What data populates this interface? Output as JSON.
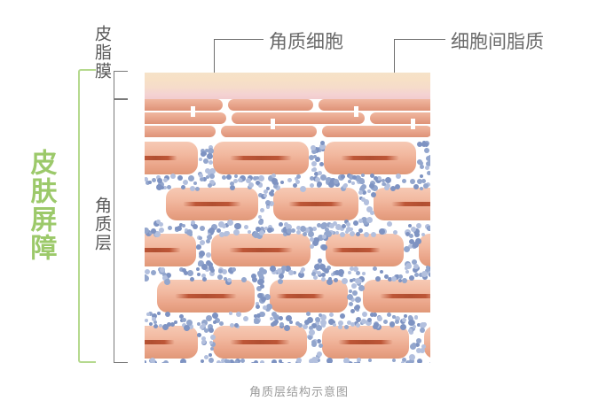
{
  "figure": {
    "caption": "角质层结构示意图",
    "caption_color": "#9a9a9a"
  },
  "left_brackets": {
    "barrier": {
      "label": "皮肤屏障",
      "color": "#9cc96a",
      "bracket_color": "#b5d98e"
    },
    "layers": [
      {
        "label": "皮脂膜",
        "color": "#595959"
      },
      {
        "label": "角质层",
        "color": "#595959"
      }
    ]
  },
  "callouts": [
    {
      "label": "角质细胞",
      "color": "#6a6a6a",
      "leader_color": "#6e6e6e"
    },
    {
      "label": "细胞间脂质",
      "color": "#6a6a6a",
      "leader_color": "#6e6e6e"
    }
  ],
  "diagram": {
    "sebum_film": {
      "name": "sebum-film",
      "gradient_from": "#f6e2c8",
      "gradient_to": "#f2cdcf"
    },
    "corneocyte": {
      "fill_from": "#f6c9b4",
      "fill_to": "#e09878",
      "nucleus_color": "#b14f31"
    },
    "intercellular_lipid": {
      "dot_color": "#93a6cd",
      "dot_color_light": "#b3c0de",
      "dot_color_dark": "#7e93c2"
    },
    "flat_cell_rows": 3,
    "cell_rows": 5
  }
}
